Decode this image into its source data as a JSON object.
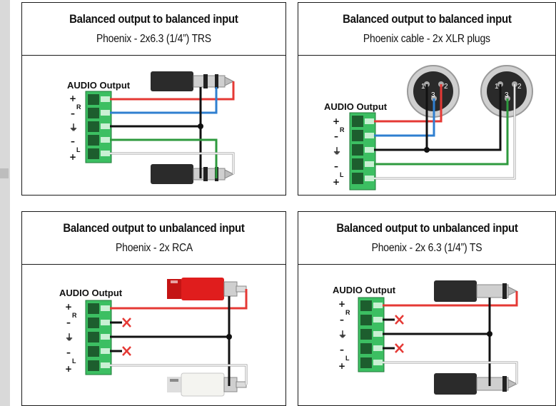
{
  "panels": [
    {
      "title": "Balanced output to balanced input",
      "subtitle": "Phoenix - 2x6.3 (1/4”) TRS"
    },
    {
      "title": "Balanced output to balanced input",
      "subtitle": "Phoenix cable - 2x XLR plugs"
    },
    {
      "title": "Balanced output to unbalanced input",
      "subtitle": "Phoenix - 2x RCA"
    },
    {
      "title": "Balanced output to unbalanced input",
      "subtitle": "Phoenix - 2x 6.3 (1/4”) TS"
    }
  ],
  "connector_label": "AUDIO Output",
  "pin_symbols": {
    "plus": "+",
    "minus": "–",
    "right": "R",
    "left": "L",
    "ground": "⏚"
  },
  "xlr_pins": {
    "one": "1",
    "two": "2",
    "three": "3"
  },
  "wire_colors": {
    "hot_right": "#e53935",
    "cold_right": "#2f7fd0",
    "ground": "#111111",
    "hot_left": "#2e9a3e",
    "cold_left": "#ffffff",
    "terminal": "#3cbf62",
    "rca_red": "#e01d1d",
    "rca_white": "#f4f4f0",
    "cut_mark": "#e53935"
  }
}
